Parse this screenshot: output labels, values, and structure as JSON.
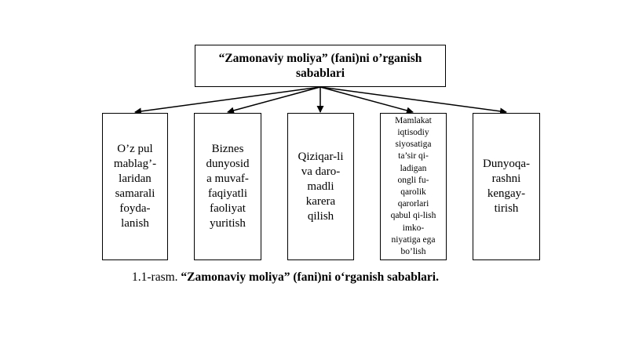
{
  "diagram": {
    "root": {
      "lines": [
        "“Zamonaviy moliya” (fani)ni o’rganish",
        "sabablari"
      ]
    },
    "children": [
      {
        "lines": [
          "O’z pul",
          "mablag’-",
          "laridan",
          "samarali",
          "foyda-",
          "lanish"
        ]
      },
      {
        "lines": [
          "Biznes",
          "dunyosid",
          "a muvaf-",
          "faqiyatli",
          "faoliyat",
          "yuritish"
        ]
      },
      {
        "lines": [
          "Qiziqar-li",
          "va daro-",
          "madli",
          "karera",
          "qilish"
        ]
      },
      {
        "lines": [
          "Mamlakat",
          "iqtisodiy",
          "siyosatiga",
          "ta’sir qi-",
          "ladigan",
          "ongli fu-",
          "qarolik",
          "qarorlari",
          "qabul qi-lish",
          "imko-",
          "niyatiga ega",
          "bo’lish"
        ]
      },
      {
        "lines": [
          "Dunyoqa-",
          "rashni",
          "kengay-",
          "tirish"
        ]
      }
    ]
  },
  "caption": {
    "number": "1.1-rasm.",
    "title": "“Zamonaviy moliya” (fani)ni o‘rganish sabablari."
  }
}
